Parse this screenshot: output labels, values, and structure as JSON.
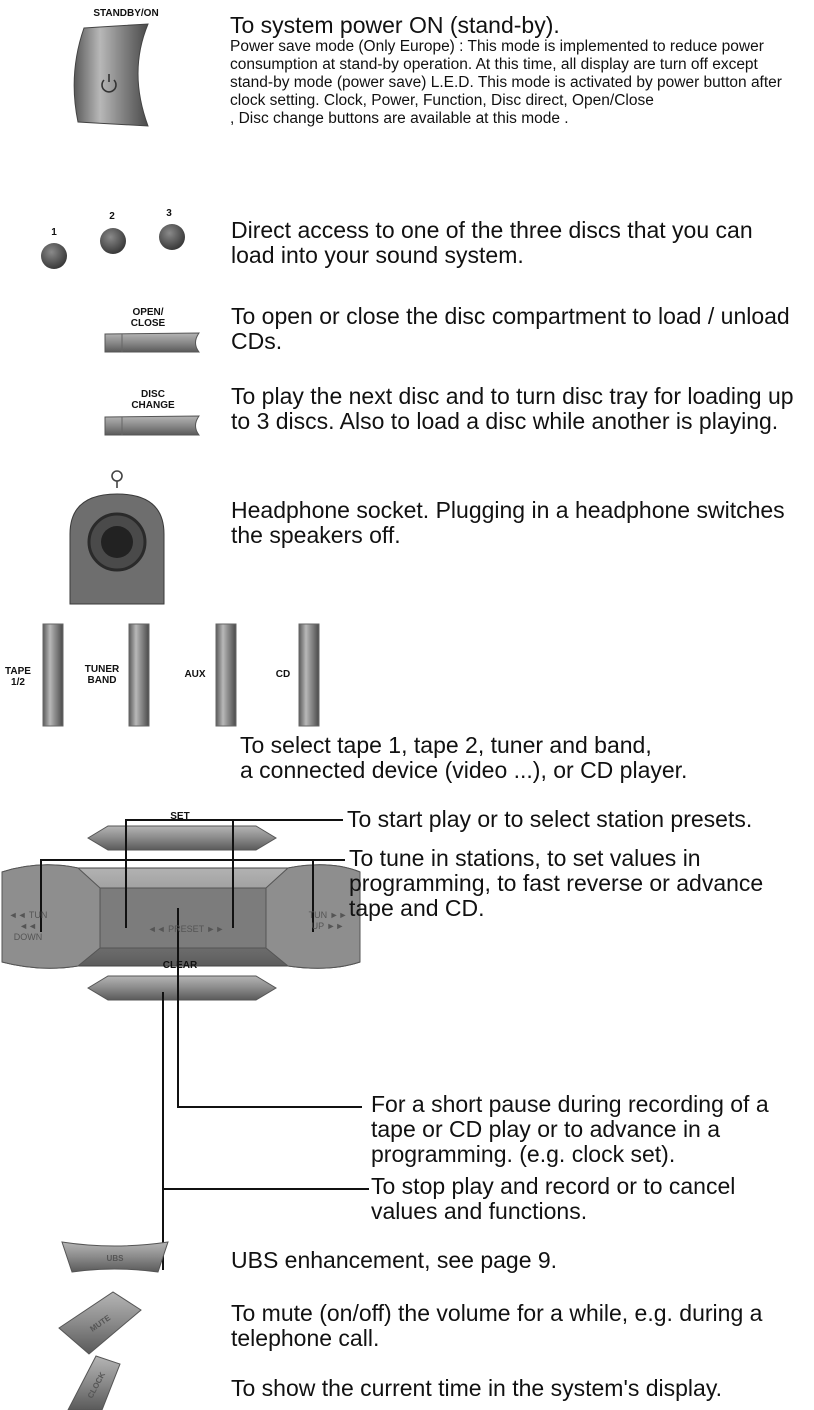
{
  "standby": {
    "label": "STANDBY/ON",
    "title": "To system power ON (stand-by).",
    "note": "Power save mode (Only Europe) : This mode is implemented to reduce power consumption at stand-by operation. At this time, all display are turn off except stand-by mode (power save) L.E.D. This mode is activated by power button after clock setting. Clock, Power, Function, Disc direct, Open/Close",
    "note_tail": ", Disc change buttons are available at this mode ."
  },
  "discs": {
    "labels": [
      "1",
      "2",
      "3"
    ],
    "desc": "Direct access to one of the three discs that you can load into your sound system."
  },
  "open_close": {
    "label_line1": "OPEN/",
    "label_line2": "CLOSE",
    "desc": "To open or close the disc compartment to load / unload CDs."
  },
  "disc_change": {
    "label_line1": "DISC",
    "label_line2": "CHANGE",
    "desc": "To play the next disc and to turn disc tray for loading up to 3 discs. Also to load a disc while another is playing."
  },
  "headphone": {
    "desc": "Headphone socket. Plugging in a headphone switches the speakers off."
  },
  "functions": {
    "tape_line1": "TAPE",
    "tape_line2": "1/2",
    "tuner_line1": "TUNER",
    "tuner_line2": "BAND",
    "aux": "AUX",
    "cd": "CD",
    "desc_line1": "To select tape 1, tape 2, tuner and band,",
    "desc_line2": "a connected device (video ...),  or CD player."
  },
  "control_pad": {
    "set": "SET",
    "clear": "CLEAR",
    "preset": "◄◄ PRESET ►►",
    "tun_down_line1": "◄◄ TUN",
    "tun_down_line2": "◄◄ DOWN",
    "tun_up_line1": "TUN ►►",
    "tun_up_line2": "UP ►►",
    "callout_preset": "To start play or to select station presets.",
    "callout_tune": "To tune in stations, to set values in programming, to fast reverse or advance tape and CD.",
    "callout_set": "For a short pause during recording of a tape or CD play or to advance in a programming. (e.g. clock set).",
    "callout_clear": "To stop play and record or to cancel values and functions."
  },
  "ubs": {
    "label": "UBS",
    "desc": "UBS enhancement, see page 9."
  },
  "mute": {
    "label": "MUTE",
    "desc": "To mute (on/off) the volume for a while, e.g. during a telephone call."
  },
  "clock": {
    "label": "CLOCK",
    "desc": "To show the current time in the system's display."
  }
}
